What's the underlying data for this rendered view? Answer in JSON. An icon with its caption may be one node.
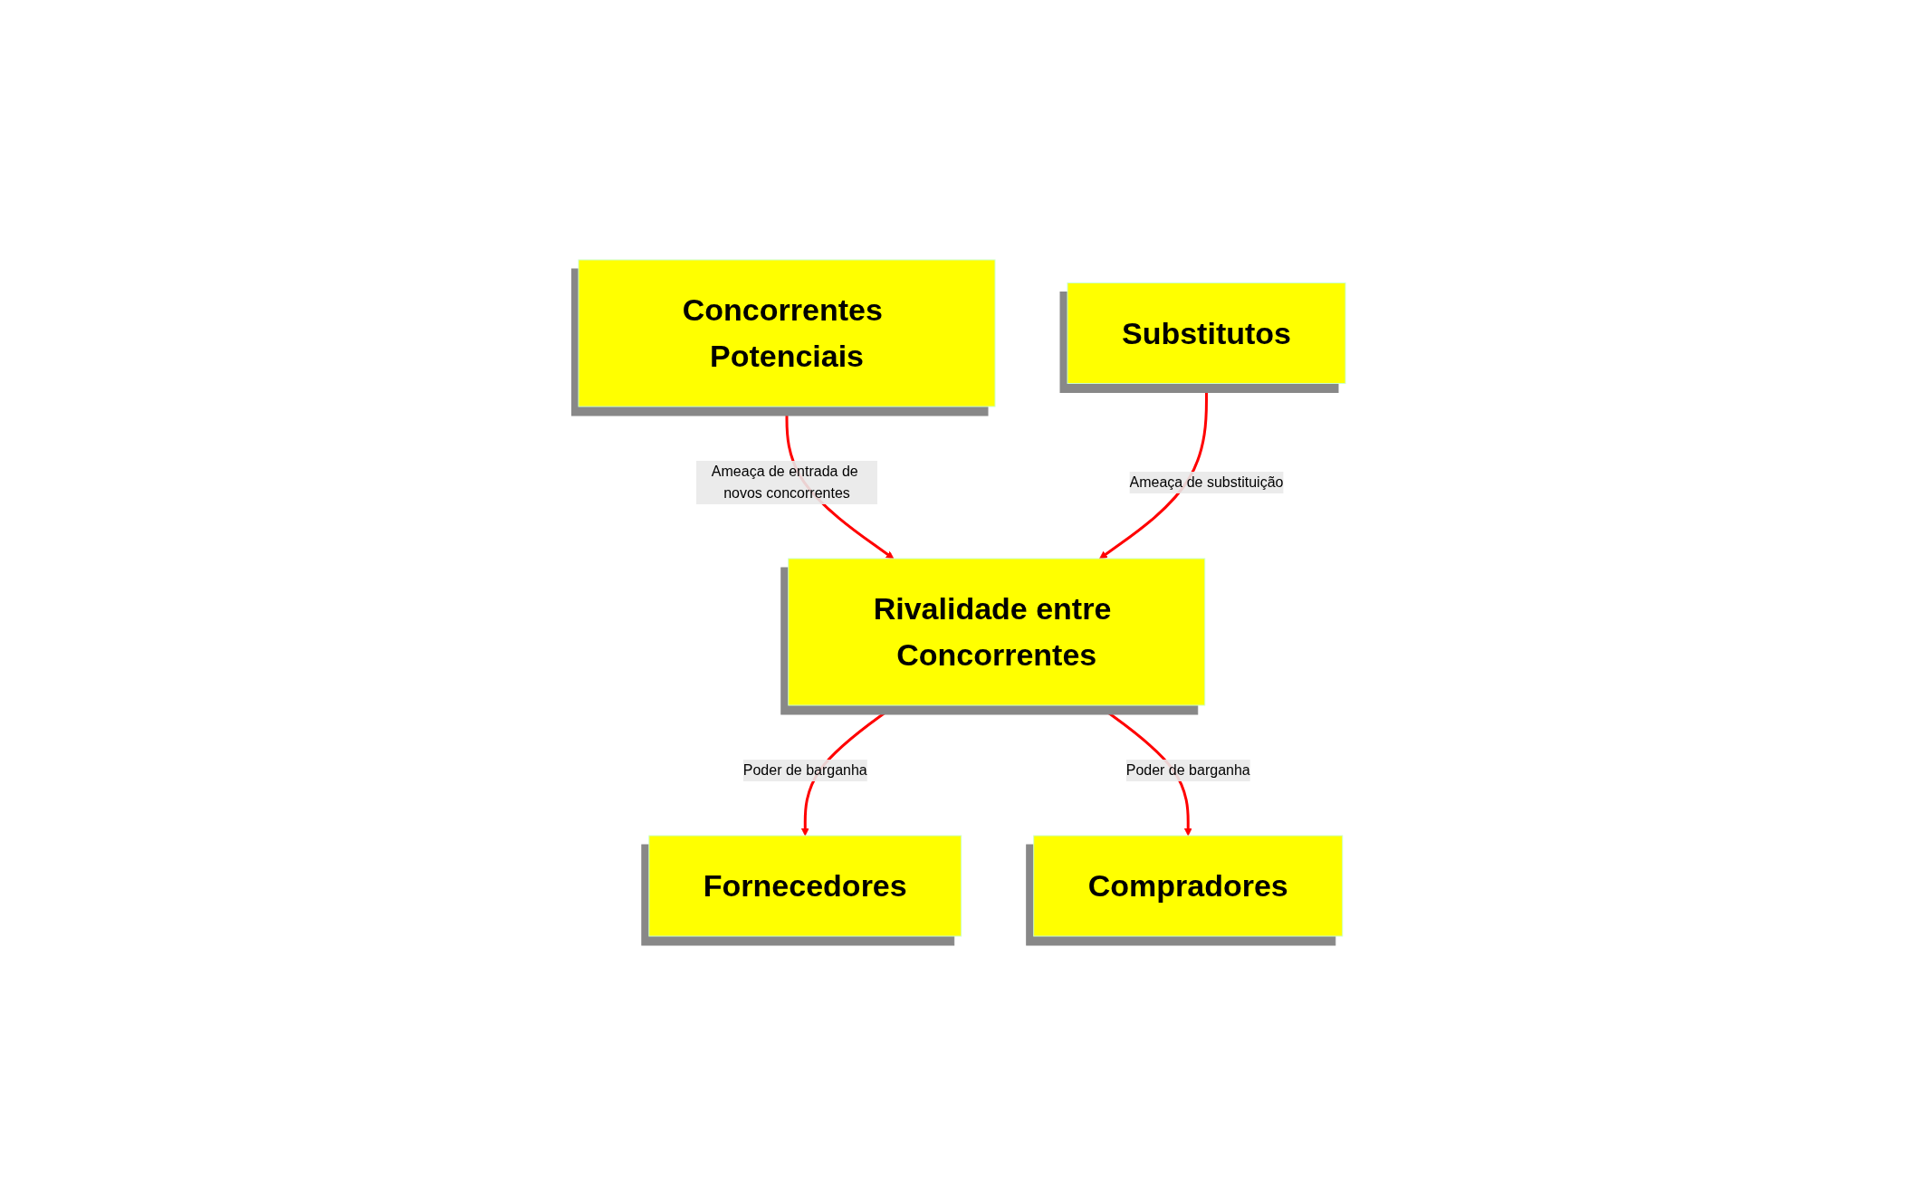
{
  "diagram": {
    "nodes": [
      {
        "text": [
          "Concorrentes Potenciais"
        ]
      },
      {
        "text": [
          "Fornecedores"
        ]
      },
      {
        "text": [
          "Rivalidade entre Concorrentes"
        ]
      },
      {
        "text": [
          "Compradores"
        ]
      },
      {
        "text": [
          "Substitutos"
        ]
      }
    ],
    "edges": [
      {
        "from": 0,
        "to": 2,
        "arrow": "to",
        "label": "Ameaça de entrada de novos concorrentes"
      },
      {
        "from": 2,
        "to": 1,
        "arrow": "to",
        "label": "Poder de barganha"
      },
      {
        "from": 2,
        "to": 3,
        "arrow": "to",
        "label": "Poder de barganha"
      },
      {
        "from": 4,
        "to": 2,
        "arrow": "to",
        "label": "Ameaça de substituição"
      }
    ]
  }
}
